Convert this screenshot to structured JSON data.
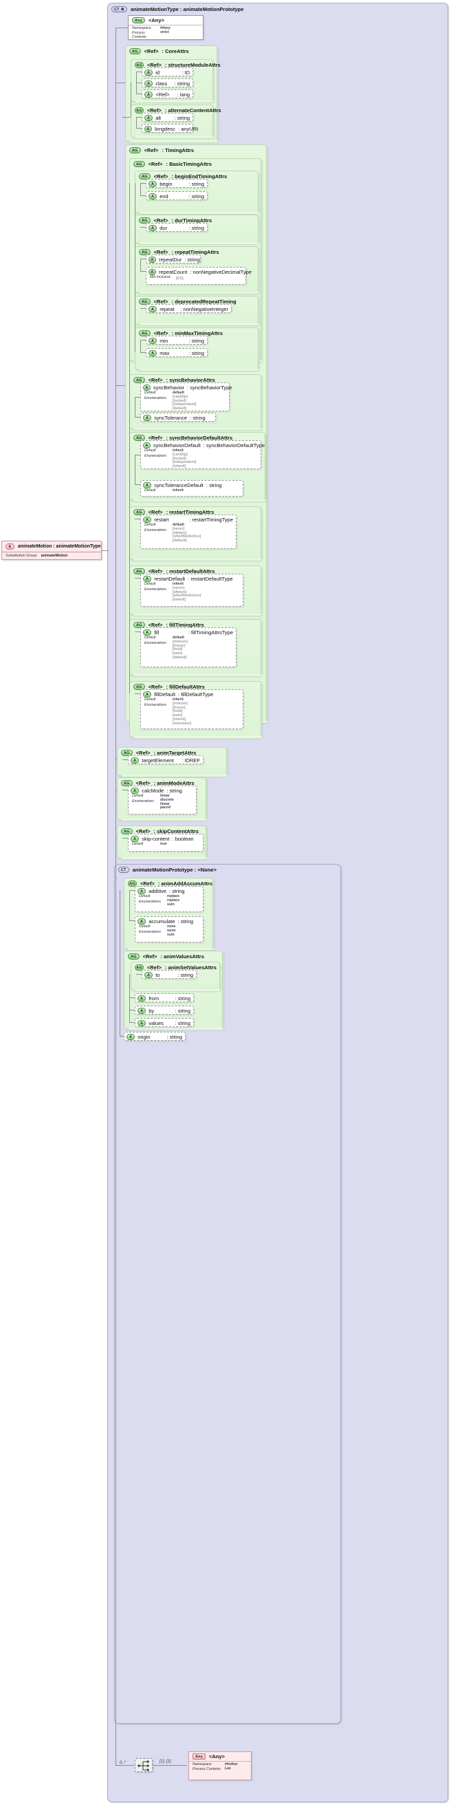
{
  "diagram": {
    "title": "animateMotionType : animateMotionPrototype",
    "root_badge": "CT",
    "element": {
      "badge": "E",
      "title": "animateMotion : animateMotionType",
      "sub_label": "Substitution Group",
      "sub_value": "animateMotion"
    },
    "any_top": {
      "badge": "Any",
      "title": "<Any>",
      "ns_label": "Namespace",
      "ns_value": "##any",
      "pc_label": "Process Contents",
      "pc_value": "strict"
    },
    "any_bottom": {
      "badge": "Any",
      "title": "<Any>",
      "ns_label": "Namespace",
      "ns_value": "##other",
      "pc_label": "Process Contents",
      "pc_value": "Lax",
      "mult_left": "0..*",
      "mult_right": "[1]..[1]"
    },
    "ref_label": "<Ref>",
    "groups": {
      "coreAttrs": ": CoreAttrs",
      "structureModuleAttrs": ": structureModuleAttrs",
      "alternateContentAttrs": ": alternateContentAttrs",
      "timingAttrs": ": TimingAttrs",
      "basicTimingAttrs": ": BasicTimingAttrs",
      "beginEndTimingAttrs": ": beginEndTimingAttrs",
      "durTimingAttrs": ": durTimingAttrs",
      "repeatTimingAttrs": ": repeatTimingAttrs",
      "deprecatedRepeatTiming": ": deprecatedRepeatTiming",
      "minMaxTimingAttrs": ": minMaxTimingAttrs",
      "syncBehaviorAttrs": ": syncBehaviorAttrs",
      "syncBehaviorDefaultAttrs": ": syncBehaviorDefaultAttrs",
      "restartTimingAttrs": ": restartTimingAttrs",
      "restartDefaultAttrs": ": restartDefaultAttrs",
      "fillTimingAttrs": ": fillTimingAttrs",
      "fillDefaultAttrs": ": fillDefaultAttrs",
      "animTargetAttrs": ": animTargetAttrs",
      "animModeAttrs": ": animModeAttrs",
      "skipContentAttrs": ": skipContentAttrs",
      "animateMotionPrototype": "animateMotionPrototype : <None>",
      "animAddAccumAttrs": ": animAddAccumAttrs",
      "animValuesAttrs": ": animValuesAttrs",
      "animSetValuesAttrs": ": animSetValuesAttrs"
    },
    "attrs": {
      "id": {
        "name": "id",
        "type": ": ID"
      },
      "class": {
        "name": "class",
        "type": ": string"
      },
      "lang": {
        "name": "<Ref>",
        "type": ": lang"
      },
      "alt": {
        "name": "alt",
        "type": ": string"
      },
      "longdesc": {
        "name": "longdesc",
        "type": ": anyURI"
      },
      "begin": {
        "name": "begin",
        "type": ": string"
      },
      "end": {
        "name": "end",
        "type": ": string"
      },
      "dur": {
        "name": "dur",
        "type": ": string"
      },
      "repeatDur": {
        "name": "repeatDur",
        "type": ": string"
      },
      "repeatCount": {
        "name": "repeatCount",
        "type": ": nonNegativeDecimalType",
        "facet_label": "Min Inclusive",
        "facet_value": "[0.0]"
      },
      "repeat": {
        "name": "repeat",
        "type": ": nonNegativeInteger"
      },
      "min": {
        "name": "min",
        "type": ": string"
      },
      "max": {
        "name": "max",
        "type": ": string"
      },
      "syncBehavior": {
        "name": "syncBehavior",
        "type": ": syncBehaviorType",
        "f1": "Default",
        "f2": "Enumerations",
        "default": "default",
        "enums": [
          "[canSlip]",
          "[locked]",
          "[independent]",
          "[default]"
        ]
      },
      "syncTolerance": {
        "name": "syncTolerance",
        "type": ": string"
      },
      "syncBehaviorDefault": {
        "name": "syncBehaviorDefault",
        "type": ": syncBehaviorDefaultType",
        "f1": "Default",
        "f2": "Enumerations",
        "default": "inherit",
        "enums": [
          "[canSlip]",
          "[locked]",
          "[independent]",
          "[inherit]"
        ]
      },
      "syncToleranceDefault": {
        "name": "syncToleranceDefault",
        "type": ": string",
        "f1": "Default",
        "default": "inherit"
      },
      "restart": {
        "name": "restart",
        "type": ": restartTimingType",
        "f1": "Default",
        "f2": "Enumerations",
        "default": "default",
        "enums": [
          "[never]",
          "[always]",
          "[whenNotActive]",
          "[default]"
        ]
      },
      "restartDefault": {
        "name": "restartDefault",
        "type": ": restartDefaultType",
        "f1": "Default",
        "f2": "Enumerations",
        "default": "inherit",
        "enums": [
          "[never]",
          "[always]",
          "[whenNotActive]",
          "[inherit]"
        ]
      },
      "fill": {
        "name": "fill",
        "type": ": fillTimingAttrsType",
        "f1": "Default",
        "f2": "Enumerations",
        "default": "default",
        "enums": [
          "[remove]",
          "[freeze]",
          "[hold]",
          "[auto]",
          "[default]",
          "[transition]"
        ]
      },
      "fillDefault": {
        "name": "fillDefault",
        "type": ": fillDefaultType",
        "f1": "Default",
        "f2": "Enumerations",
        "default": "inherit",
        "enums": [
          "[remove]",
          "[freeze]",
          "[hold]",
          "[auto]",
          "[inherit]",
          "[transition]"
        ]
      },
      "targetElement": {
        "name": "targetElement",
        "type": ": IDREF"
      },
      "calcMode": {
        "name": "calcMode",
        "type": ": string",
        "f1": "Default",
        "f2": "Enumerations",
        "default": "linear",
        "enums": [
          "discrete",
          "linear",
          "paced"
        ]
      },
      "skipContent": {
        "name": "skip-content",
        "type": ": boolean",
        "f1": "Default",
        "default": "true"
      },
      "additive": {
        "name": "additive",
        "type": ": string",
        "f1": "Default",
        "f2": "Enumerations",
        "default": "replace",
        "enums": [
          "replace",
          "sum"
        ]
      },
      "accumulate": {
        "name": "accumulate",
        "type": ": string",
        "f1": "Default",
        "f2": "Enumerations",
        "default": "none",
        "enums": [
          "none",
          "sum"
        ]
      },
      "to": {
        "name": "to",
        "type": ": string"
      },
      "from": {
        "name": "from",
        "type": ": string"
      },
      "by": {
        "name": "by",
        "type": ": string"
      },
      "values": {
        "name": "values",
        "type": ": string"
      },
      "origin": {
        "name": "origin",
        "type": ": string"
      }
    },
    "colors": {
      "complex_type_bg": "#dcdcf0",
      "group_bg": "#dff5d9",
      "attr_bg": "#ffffff",
      "element_bg": "#fdeaec",
      "line": "#8d8d8d"
    }
  }
}
